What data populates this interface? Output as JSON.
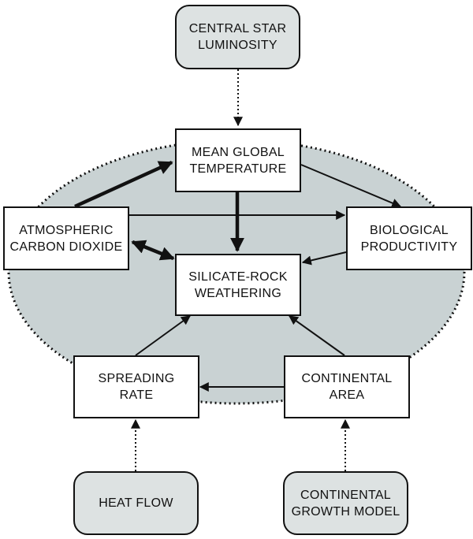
{
  "nodes": {
    "central_star_luminosity": "CENTRAL STAR\nLUMINOSITY",
    "mean_global_temperature": "MEAN GLOBAL\nTEMPERATURE",
    "atmospheric_carbon_dioxide": "ATMOSPHERIC\nCARBON DIOXIDE",
    "biological_productivity": "BIOLOGICAL\nPRODUCTIVITY",
    "silicate_rock_weathering": "SILICATE-ROCK\nWEATHERING",
    "spreading_rate": "SPREADING\nRATE",
    "continental_area": "CONTINENTAL\nAREA",
    "heat_flow": "HEAT FLOW",
    "continental_growth_model": "CONTINENTAL\nGROWTH MODEL"
  },
  "colors": {
    "ellipse_fill": "#c9d2d3",
    "external_box_fill": "#dde2e2",
    "line": "#111111"
  }
}
